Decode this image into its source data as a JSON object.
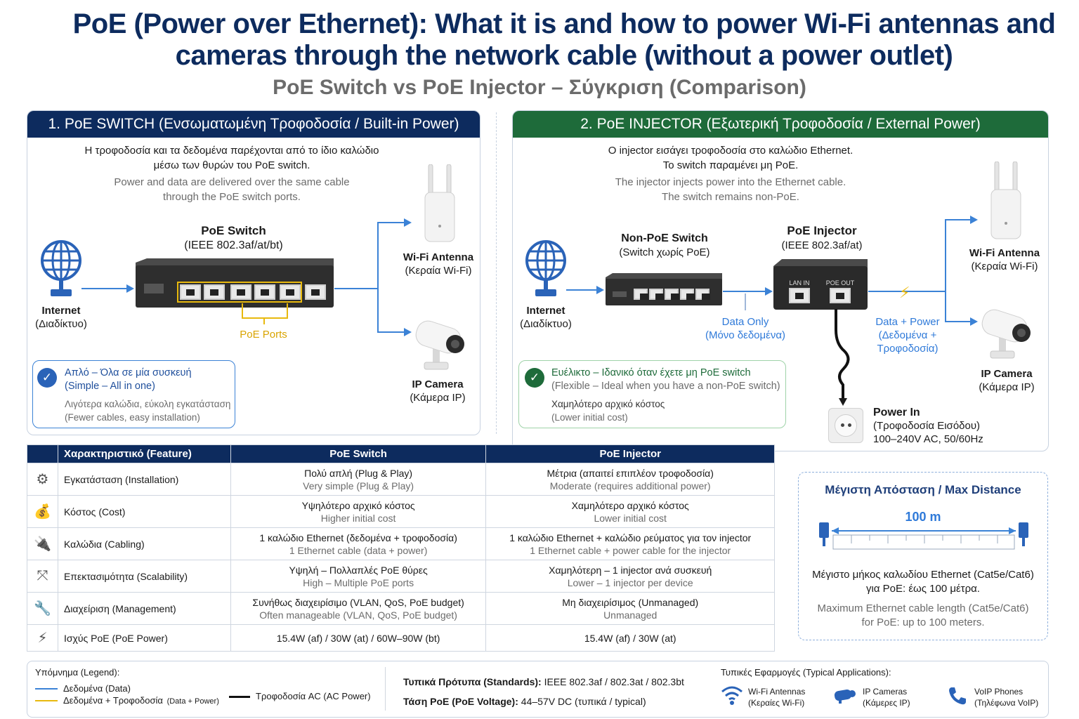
{
  "header": {
    "title_line1": "PoE (Power over Ethernet): What it is and how to power Wi-Fi antennas and",
    "title_line2": "cameras through the network cable (without a power outlet)",
    "subtitle": "PoE Switch vs PoE Injector – Σύγκριση (Comparison)"
  },
  "colors": {
    "navy": "#0d2b5e",
    "green": "#1e6b3a",
    "blue": "#3b82d6",
    "amber": "#e8b90e"
  },
  "switch_panel": {
    "heading": "1. PoE SWITCH (Ενσωματωμένη Τροφοδοσία / Built-in Power)",
    "desc_gr1": "Η τροφοδοσία και τα δεδομένα παρέχονται από το ίδιο καλώδιο",
    "desc_gr2": "μέσω των θυρών του PoE switch.",
    "desc_en1": "Power and data are delivered over the same cable",
    "desc_en2": "through the PoE switch ports.",
    "internet": "Internet",
    "internet_gr": "(Διαδίκτυο)",
    "device": "PoE Switch",
    "device_std": "(IEEE 802.3af/at/bt)",
    "ports_label": "PoE Ports",
    "wifi": "Wi-Fi Antenna",
    "wifi_gr": "(Κεραία Wi-Fi)",
    "camera": "IP Camera",
    "camera_gr": "(Κάμερα IP)",
    "callout_title_gr": "Απλό – Όλα σε μία συσκευή",
    "callout_title_en": "(Simple – All in one)",
    "callout_sub_gr": "Λιγότερα καλώδια, εύκολη εγκατάσταση",
    "callout_sub_en": "(Fewer cables, easy installation)"
  },
  "injector_panel": {
    "heading": "2. PoE INJECTOR (Εξωτερική Τροφοδοσία / External Power)",
    "desc_gr1": "Ο injector εισάγει τροφοδοσία στο καλώδιο Ethernet.",
    "desc_gr2": "Το switch παραμένει μη PoE.",
    "desc_en1": "The injector injects power into the Ethernet cable.",
    "desc_en2": "The switch remains non-PoE.",
    "internet": "Internet",
    "internet_gr": "(Διαδίκτυο)",
    "switch": "Non-PoE Switch",
    "switch_gr": "(Switch χωρίς PoE)",
    "injector": "PoE Injector",
    "injector_std": "(IEEE 802.3af/at)",
    "lan_in": "LAN IN",
    "poe_out": "POE OUT",
    "data_only": "Data Only",
    "data_only_gr": "(Μόνο δεδομένα)",
    "data_power": "Data + Power",
    "data_power_gr": "(Δεδομένα + Τροφοδοσία)",
    "wifi": "Wi-Fi Antenna",
    "wifi_gr": "(Κεραία Wi-Fi)",
    "camera": "IP Camera",
    "camera_gr": "(Κάμερα IP)",
    "power_in": "Power In",
    "power_in_gr": "(Τροφοδοσία Εισόδου)",
    "power_in_spec": "100–240V AC, 50/60Hz",
    "callout_title_gr": "Ευέλικτο – Ιδανικό όταν έχετε μη PoE switch",
    "callout_title_en": "(Flexible – Ideal when you have a non-PoE switch)",
    "callout_sub_gr": "Χαμηλότερο αρχικό κόστος",
    "callout_sub_en": "(Lower initial cost)"
  },
  "table": {
    "headers": [
      "Χαρακτηριστικό (Feature)",
      "PoE Switch",
      "PoE Injector"
    ],
    "rows": [
      {
        "icon": "gear-icon",
        "feature_gr": "Εγκατάσταση",
        "feature_en": "(Installation)",
        "sw_gr": "Πολύ απλή (Plug & Play)",
        "sw_en": "Very simple (Plug & Play)",
        "inj_gr": "Μέτρια (απαιτεί επιπλέον τροφοδοσία)",
        "inj_en": "Moderate (requires additional power)"
      },
      {
        "icon": "money-bag-icon",
        "feature_gr": "Κόστος",
        "feature_en": "(Cost)",
        "sw_gr": "Υψηλότερο αρχικό κόστος",
        "sw_en": "Higher initial cost",
        "inj_gr": "Χαμηλότερο αρχικό κόστος",
        "inj_en": "Lower initial cost"
      },
      {
        "icon": "cable-icon",
        "feature_gr": "Καλώδια",
        "feature_en": "(Cabling)",
        "sw_gr": "1 καλώδιο Ethernet (δεδομένα + τροφοδοσία)",
        "sw_en": "1 Ethernet cable (data + power)",
        "inj_gr": "1 καλώδιο Ethernet + καλώδιο ρεύματος για τον injector",
        "inj_en": "1 Ethernet cable + power cable for the injector"
      },
      {
        "icon": "network-expand-icon",
        "feature_gr": "Επεκτασιμότητα",
        "feature_en": "(Scalability)",
        "sw_gr": "Υψηλή – Πολλαπλές PoE θύρες",
        "sw_en": "High – Multiple PoE ports",
        "inj_gr": "Χαμηλότερη – 1 injector ανά συσκευή",
        "inj_en": "Lower – 1 injector per device"
      },
      {
        "icon": "wrench-icon",
        "feature_gr": "Διαχείριση",
        "feature_en": "(Management)",
        "sw_gr": "Συνήθως διαχειρίσιμο (VLAN, QoS, PoE budget)",
        "sw_en": "Often manageable (VLAN, QoS, PoE budget)",
        "inj_gr": "Μη διαχειρίσιμος (Unmanaged)",
        "inj_en": "Unmanaged"
      },
      {
        "icon": "lightning-icon",
        "feature_gr": "Ισχύς PoE",
        "feature_en": "(PoE Power)",
        "sw_gr": "15.4W (af) / 30W (at) / 60W–90W (bt)",
        "sw_en": "",
        "inj_gr": "15.4W (af) / 30W (at)",
        "inj_en": ""
      }
    ]
  },
  "distance": {
    "title": "Μέγιστη Απόσταση / Max Distance",
    "value": "100 m",
    "desc_gr1": "Μέγιστο μήκος καλωδίου Ethernet (Cat5e/Cat6)",
    "desc_gr2": "για PoE: έως 100 μέτρα.",
    "desc_en1": "Maximum Ethernet cable length (Cat5e/Cat6)",
    "desc_en2": "for PoE: up to 100 meters."
  },
  "legend": {
    "title": "Υπόμνημα (Legend):",
    "data": "Δεδομένα (Data)",
    "data_power": "Δεδομένα + Τροφοδοσία",
    "data_power_en": "(Data + Power)",
    "ac_power": "Τροφοδοσία AC (AC Power)",
    "standards_label": "Τυπικά Πρότυπα (Standards):",
    "standards_value": "IEEE 802.3af / 802.3at / 802.3bt",
    "voltage_label": "Τάση PoE (PoE Voltage):",
    "voltage_value": "44–57V DC (τυπικά / typical)",
    "apps_title": "Τυπικές Εφαρμογές (Typical Applications):",
    "app1": "Wi-Fi Antennas",
    "app1_gr": "(Κεραίες Wi-Fi)",
    "app2": "IP Cameras",
    "app2_gr": "(Κάμερες IP)",
    "app3": "VoIP Phones",
    "app3_gr": "(Τηλέφωνα VoIP)"
  }
}
